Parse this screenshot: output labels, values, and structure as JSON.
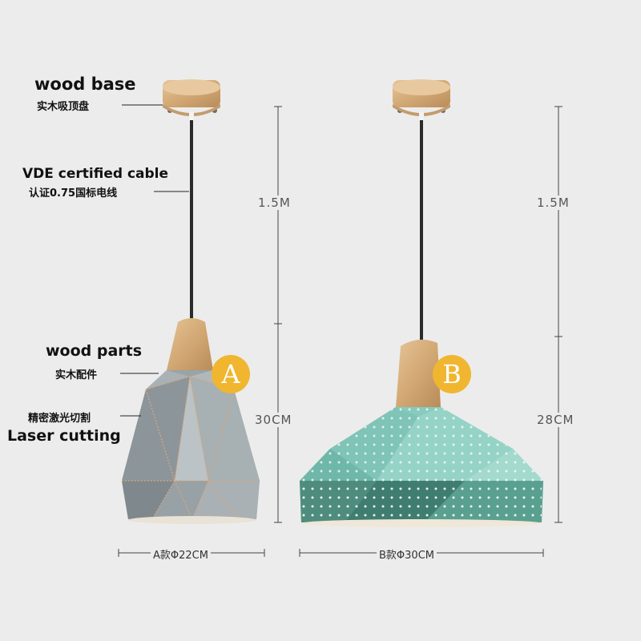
{
  "labels": {
    "wood_base_en": "wood base",
    "wood_base_zh": "实木吸顶盘",
    "cable_en": "VDE certified cable",
    "cable_zh": "认证0.75国标电线",
    "wood_parts_en": "wood parts",
    "wood_parts_zh": "实木配件",
    "laser_zh": "精密激光切割",
    "laser_en": "Laser cutting"
  },
  "lamp_a": {
    "badge": "A",
    "cable_length": "1.5M",
    "height": "30CM",
    "width": "A款Φ22CM",
    "color": "#8e979b"
  },
  "lamp_b": {
    "badge": "B",
    "cable_length": "1.5M",
    "height": "28CM",
    "width": "B款Φ30CM",
    "color": "#7fc7b8"
  },
  "colors": {
    "wood": "#d9b487",
    "badge": "#f0b630",
    "cable": "#2a2a2a"
  }
}
